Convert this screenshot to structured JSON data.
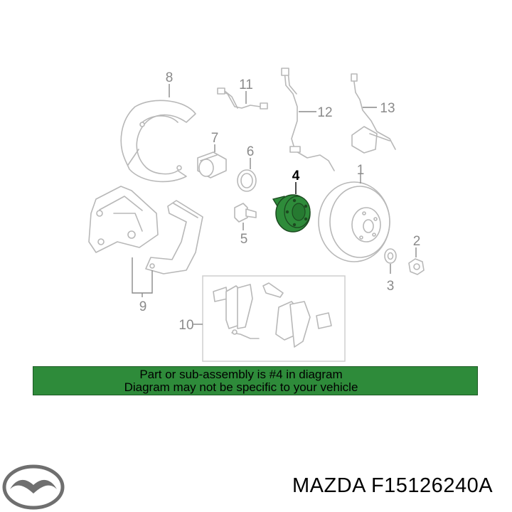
{
  "diagram": {
    "callouts": {
      "c1": "1",
      "c2": "2",
      "c3": "3",
      "c4": "4",
      "c5": "5",
      "c6": "6",
      "c7": "7",
      "c8": "8",
      "c9": "9",
      "c10": "10",
      "c11": "11",
      "c12": "12",
      "c13": "13"
    },
    "highlighted_part": "4",
    "highlight_color": "#2e8b3a",
    "banner_color": "#2e8b3a"
  },
  "banner": {
    "line1": "Part or sub-assembly is #4 in diagram",
    "line2": "Diagram may not be specific to your vehicle"
  },
  "footer": {
    "brand_logo": "mazda-logo-icon",
    "part_number": "MAZDA F15126240A"
  }
}
